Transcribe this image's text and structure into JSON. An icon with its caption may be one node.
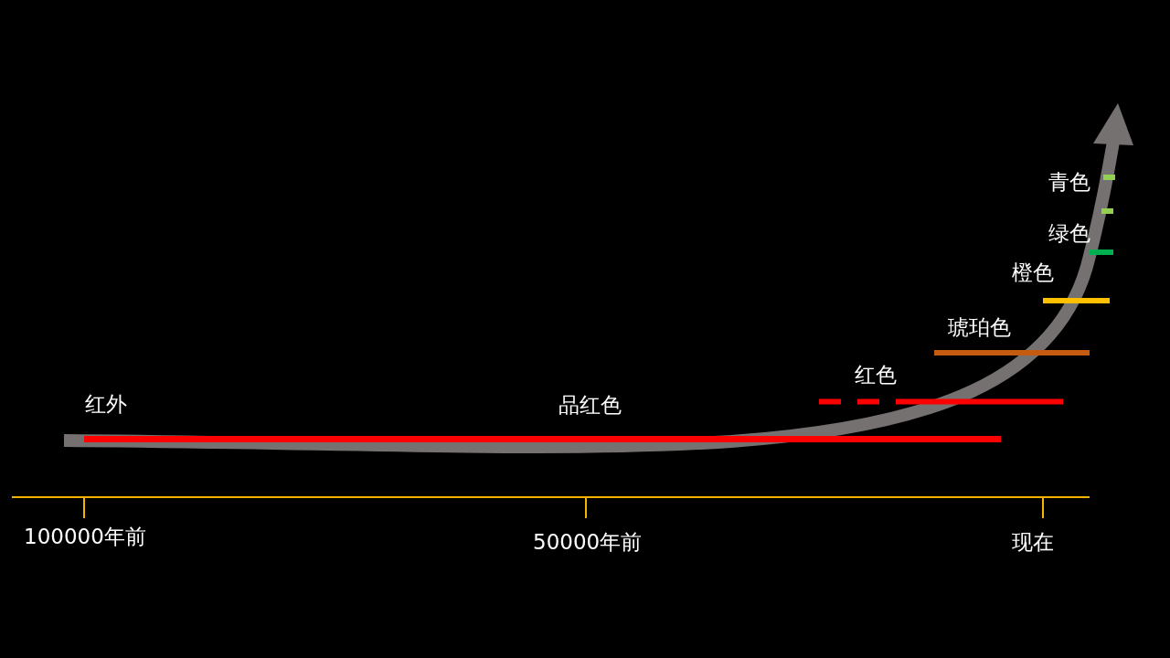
{
  "diagram": {
    "labels": [
      "青色",
      "绿色",
      "橙色",
      "琥珀色",
      "红色",
      "红外",
      "品红色",
      "100000年前",
      "50000年前",
      "现在"
    ]
  }
}
